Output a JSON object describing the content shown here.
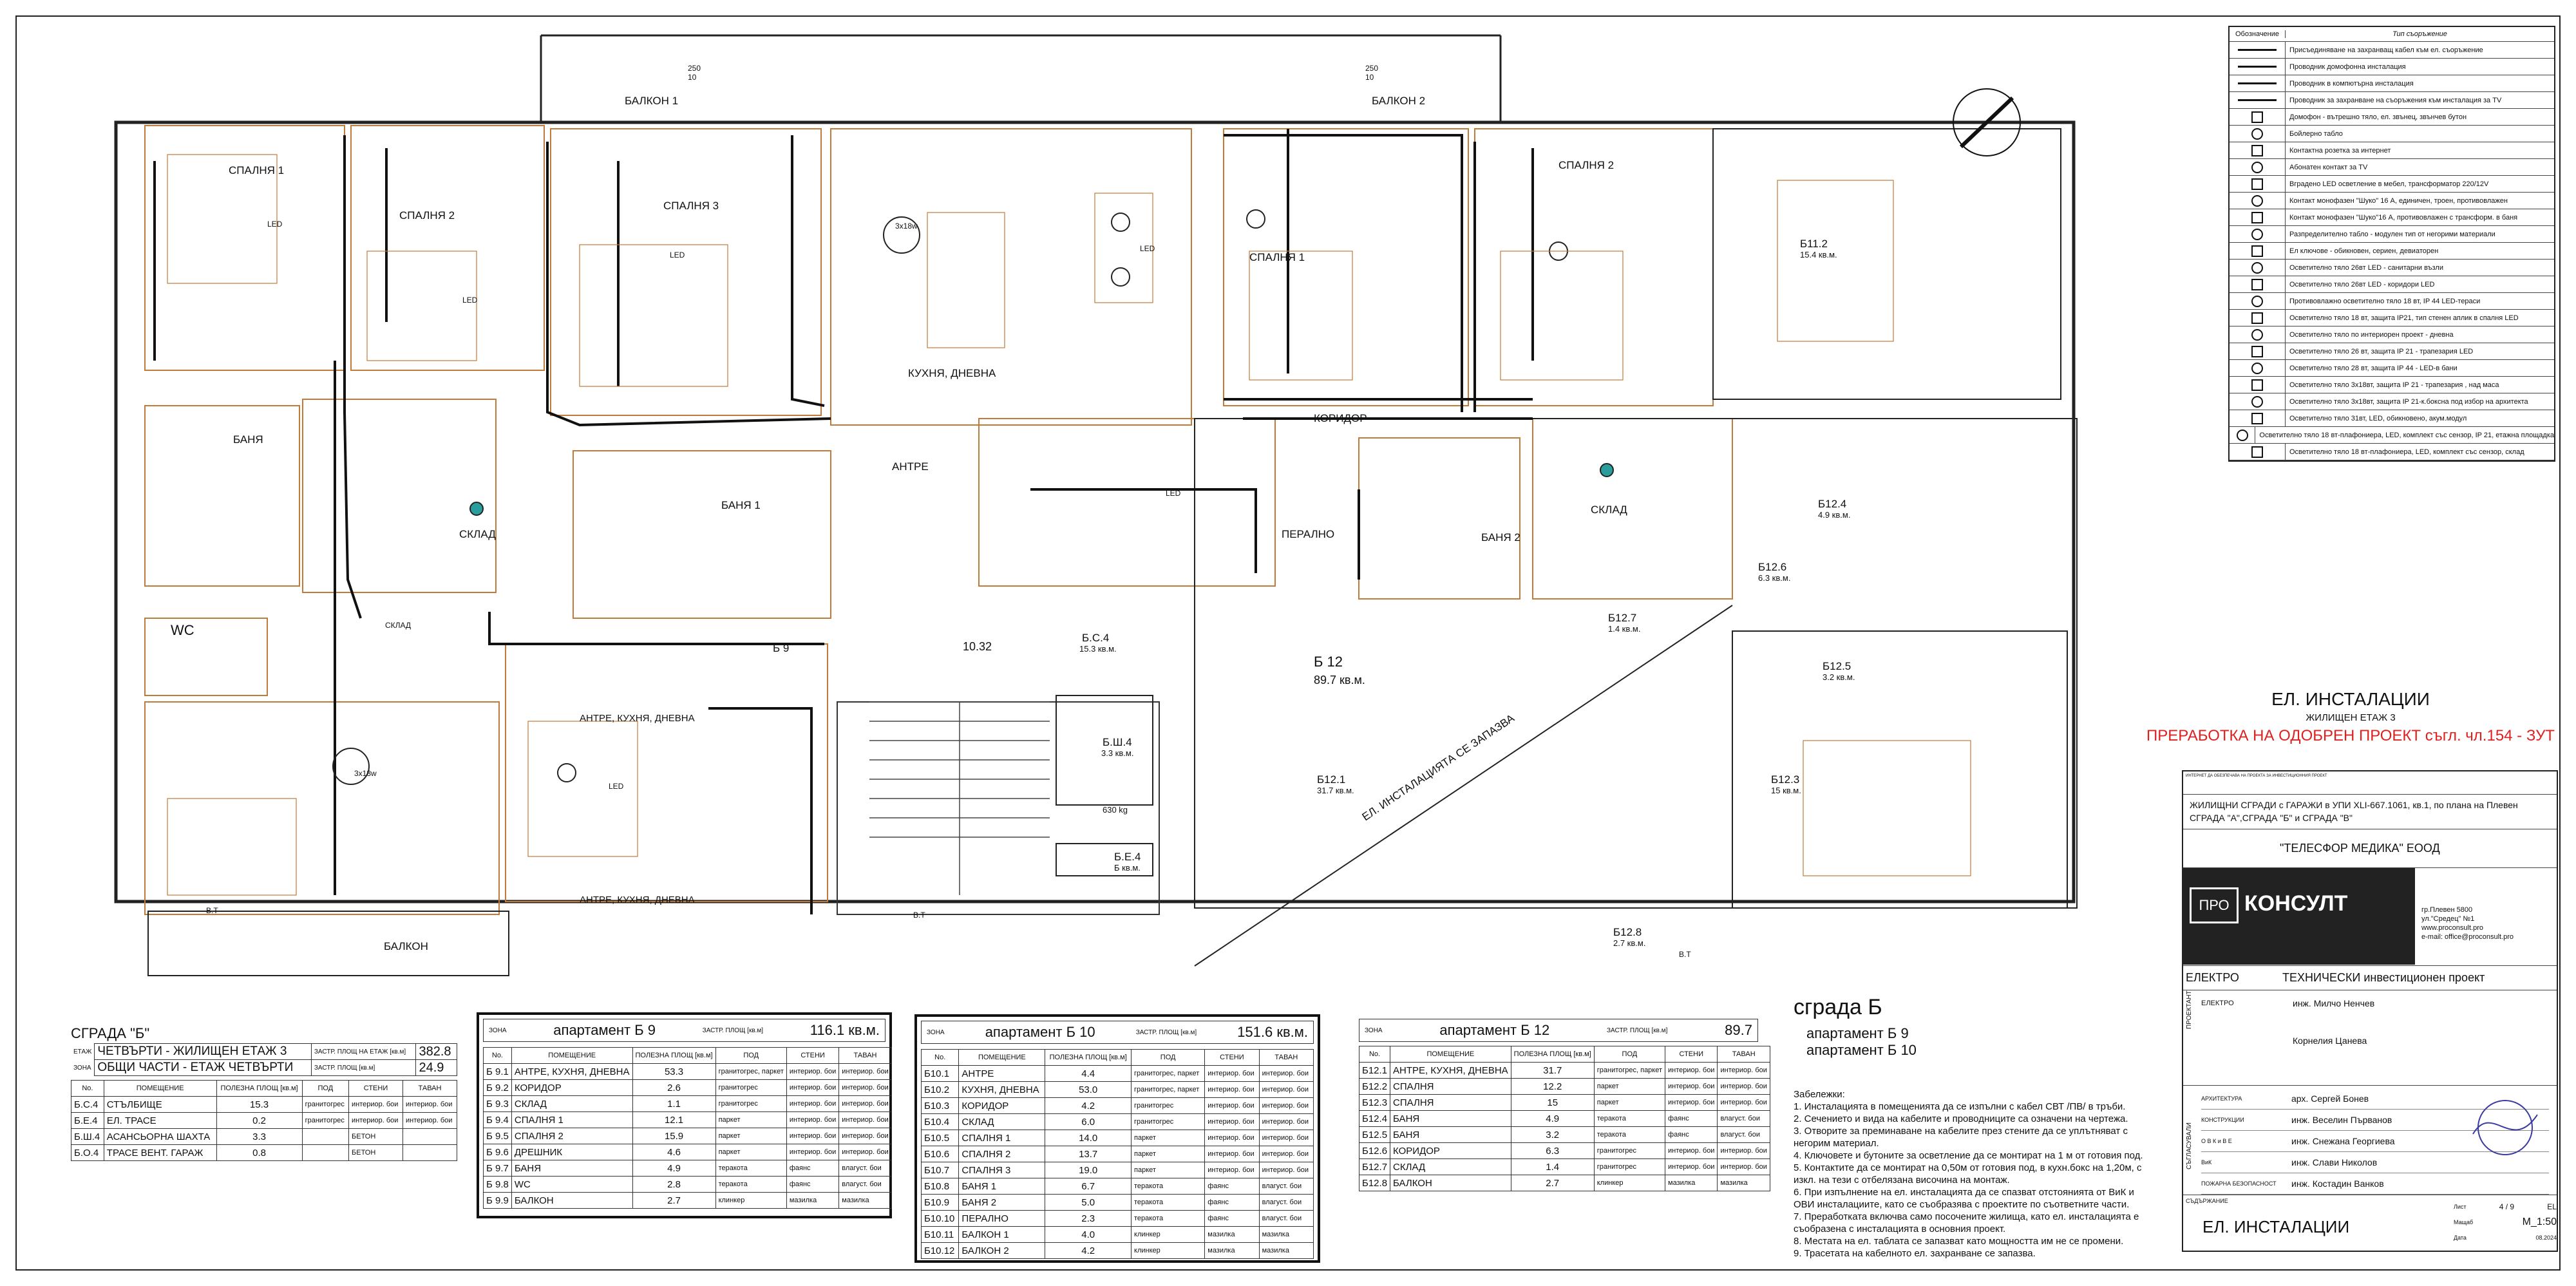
{
  "rooms_plan": [
    {
      "id": "bal1",
      "label": "БАЛКОН 1"
    },
    {
      "id": "bal2",
      "label": "БАЛКОН 2"
    },
    {
      "id": "sp1a",
      "label": "СПАЛНЯ 1"
    },
    {
      "id": "sp2a",
      "label": "СПАЛНЯ 2"
    },
    {
      "id": "sp3",
      "label": "СПАЛНЯ 3"
    },
    {
      "id": "kuh",
      "label": "КУХНЯ, ДНЕВНА"
    },
    {
      "id": "sp1b",
      "label": "СПАЛНЯ 1"
    },
    {
      "id": "sp2b",
      "label": "СПАЛНЯ 2"
    },
    {
      "id": "banya_l",
      "label": "БАНЯ"
    },
    {
      "id": "sklad_l",
      "label": "СКЛАД"
    },
    {
      "id": "banya1",
      "label": "БАНЯ 1"
    },
    {
      "id": "antre",
      "label": "АНТРЕ"
    },
    {
      "id": "koridor",
      "label": "КОРИДОР"
    },
    {
      "id": "peralno",
      "label": "ПЕРАЛНО"
    },
    {
      "id": "banya2",
      "label": "БАНЯ 2"
    },
    {
      "id": "sklad_r",
      "label": "СКЛАД"
    },
    {
      "id": "wc",
      "label": "WC"
    },
    {
      "id": "sklad_b",
      "label": "СКЛАД"
    },
    {
      "id": "antre_kuh",
      "label": "АНТРЕ, КУХНЯ, ДНЕВНА"
    },
    {
      "id": "antre_kuh2",
      "label": "АНТРЕ, КУХНЯ, ДНЕВНА"
    },
    {
      "id": "balkon_b",
      "label": "БАЛКОН"
    },
    {
      "id": "b9",
      "label": "Б 9"
    },
    {
      "id": "b12",
      "label": "Б 12"
    },
    {
      "id": "b12_area",
      "label": "89.7 кв.м."
    },
    {
      "id": "b112",
      "label": "Б11.2"
    },
    {
      "id": "b112a",
      "label": "15.4 кв.м."
    },
    {
      "id": "b124",
      "label": "Б12.4"
    },
    {
      "id": "b124a",
      "label": "4.9 кв.м."
    },
    {
      "id": "b126",
      "label": "Б12.6"
    },
    {
      "id": "b126a",
      "label": "6.3 кв.м."
    },
    {
      "id": "b127",
      "label": "Б12.7"
    },
    {
      "id": "b127a",
      "label": "1.4 кв.м."
    },
    {
      "id": "b125",
      "label": "Б12.5"
    },
    {
      "id": "b125a",
      "label": "3.2 кв.м."
    },
    {
      "id": "b121",
      "label": "Б12.1"
    },
    {
      "id": "b121a",
      "label": "31.7 кв.м."
    },
    {
      "id": "b123",
      "label": "Б12.3"
    },
    {
      "id": "b123a",
      "label": "15 кв.м."
    },
    {
      "id": "b128",
      "label": "Б12.8"
    },
    {
      "id": "b128a",
      "label": "2.7 кв.м."
    },
    {
      "id": "bc4",
      "label": "Б.С.4"
    },
    {
      "id": "bc4a",
      "label": "15.3 кв.м."
    },
    {
      "id": "bsh4",
      "label": "Б.Ш.4"
    },
    {
      "id": "bsh4a",
      "label": "3.3 кв.м."
    },
    {
      "id": "be4",
      "label": "Б.Е.4"
    },
    {
      "id": "be4a",
      "label": "Б кв.м."
    },
    {
      "id": "kg",
      "label": "630 kg"
    },
    {
      "id": "elev",
      "label": "10.32"
    },
    {
      "id": "reserved",
      "label": "ЕЛ. ИНСТАЛАЦИЯТА СЕ ЗАПАЗВА"
    }
  ],
  "diagram_title": {
    "title": "ЕЛ. ИНСТАЛАЦИИ",
    "subtitle": "ЖИЛИЩЕН ЕТАЖ 3",
    "revision": "ПРЕРАБОТКА НА ОДОБРЕН ПРОЕКТ съгл. чл.154 - ЗУТ"
  },
  "building": {
    "title": "сграда Б",
    "line1": "апартамент Б 9",
    "line2": "апартамент Б 10"
  },
  "legend": {
    "head_sym": "Обозначение",
    "head_desc": "Тип съоръжение",
    "items": [
      "Присъединяване на захранващ кабел към ел. съоръжение",
      "Проводник домофонна инсталация",
      "Проводник в компютърна инсталация",
      "Проводник за захранване на съоръжения към инсталация за TV",
      "Домофон - вътрешно тяло, ел. звънец, звънчев бутон",
      "Бойлерно табло",
      "Контактна розетка за интернет",
      "Абонатен контакт за TV",
      "Вградено LED осветление в мебел, трансформатор 220/12V",
      "Контакт монофазен \"Шуко\" 16 А, единичен, троен, противовлажен",
      "Контакт монофазен \"Шуко\"16 А, противовлажен с трансформ. в баня",
      "Разпределително табло - модулен тип от негорими материали",
      "Ел ключове - обикновен, сериен, девиаторен",
      "Осветително тяло 26вт LED - санитарни възли",
      "Осветително тяло 26вт LED - коридори LED",
      "Противовлажно осветително тяло 18 вт, IP 44 LED-тераси",
      "Осветително тяло 18 вт, защита IP21, тип стенен аплик в спалня LED",
      "Осветително тяло по интериорен проект - дневна",
      "Осветително тяло 26 вт, защита IP 21 - трапезария LED",
      "Осветително тяло 28 вт, защита IP 44 - LED-в бани",
      "Осветително тяло 3x18вт, защита IP 21 - трапезария , над маса",
      "Осветително тяло 3x18вт, защита IP 21-к.боксна под избор на архитекта",
      "Осветително тяло 31вт, LED, обикновено, акум.модул",
      "Осветително тяло 18 вт-плафониера, LED, комплект със сензор, IP 21, етажна площадка",
      "Осветително тяло 18 вт-плафониера, LED, комплект със сензор, склад"
    ]
  },
  "common_parts": {
    "title": "СГРАДА \"Б\"",
    "row1_label": "ЕТАЖ",
    "row1_name": "ЧЕТВЪРТИ - ЖИЛИЩЕН ЕТАЖ 3",
    "row1_area_label": "ЗАСТР. ПЛОЩ НА ЕТАЖ [кв.м]",
    "row1_area": "382.8",
    "row2_label": "ЗОНА",
    "row2_name": "ОБЩИ ЧАСТИ - ЕТАЖ ЧЕТВЪРТИ",
    "row2_area_label": "ЗАСТР. ПЛОЩ [кв.м]",
    "row2_area": "24.9",
    "headers": [
      "No.",
      "ПОМЕЩЕНИЕ",
      "ПОЛЕЗНА ПЛОЩ [кв.м]",
      "ПОД",
      "СТЕНИ",
      "ТАВАН"
    ],
    "rows": [
      [
        "Б.С.4",
        "СТЪЛБИЩЕ",
        "15.3",
        "гранитогрес",
        "интериор. бои",
        "интериор. бои"
      ],
      [
        "Б.Е.4",
        "ЕЛ. ТРАСЕ",
        "0.2",
        "гранитогрес",
        "интериор. бои",
        "интериор. бои"
      ],
      [
        "Б.Ш.4",
        "АСАНСЬОРНА ШАХТА",
        "3.3",
        "",
        "БЕТОН",
        ""
      ],
      [
        "Б.О.4",
        "ТРАСЕ ВЕНТ. ГАРАЖ",
        "0.8",
        "",
        "БЕТОН",
        ""
      ]
    ]
  },
  "apt_b9": {
    "zone": "ЗОНА",
    "title": "апартамент Б 9",
    "area_label": "ЗАСТР. ПЛОЩ [кв.м]",
    "area": "116.1 кв.м.",
    "headers": [
      "No.",
      "ПОМЕЩЕНИЕ",
      "ПОЛЕЗНА ПЛОЩ [кв.м]",
      "ПОД",
      "СТЕНИ",
      "ТАВАН"
    ],
    "rows": [
      [
        "Б 9.1",
        "АНТРЕ, КУХНЯ, ДНЕВНА",
        "53.3",
        "гранитогрес, паркет",
        "интериор. бои",
        "интериор. бои"
      ],
      [
        "Б 9.2",
        "КОРИДОР",
        "2.6",
        "гранитогрес",
        "интериор. бои",
        "интериор. бои"
      ],
      [
        "Б 9.3",
        "СКЛАД",
        "1.1",
        "гранитогрес",
        "интериор. бои",
        "интериор. бои"
      ],
      [
        "Б 9.4",
        "СПАЛНЯ 1",
        "12.1",
        "паркет",
        "интериор. бои",
        "интериор. бои"
      ],
      [
        "Б 9.5",
        "СПАЛНЯ 2",
        "15.9",
        "паркет",
        "интериор. бои",
        "интериор. бои"
      ],
      [
        "Б 9.6",
        "ДРЕШНИК",
        "4.6",
        "паркет",
        "интериор. бои",
        "интериор. бои"
      ],
      [
        "Б 9.7",
        "БАНЯ",
        "4.9",
        "теракота",
        "фаянс",
        "влагуст. бои"
      ],
      [
        "Б 9.8",
        "WC",
        "2.8",
        "теракота",
        "фаянс",
        "влагуст. бои"
      ],
      [
        "Б 9.9",
        "БАЛКОН",
        "2.7",
        "клинкер",
        "мазилка",
        "мазилка"
      ]
    ]
  },
  "apt_b10": {
    "zone": "ЗОНА",
    "title": "апартамент Б 10",
    "area_label": "ЗАСТР. ПЛОЩ [кв.м]",
    "area": "151.6 кв.м.",
    "headers": [
      "No.",
      "ПОМЕЩЕНИЕ",
      "ПОЛЕЗНА ПЛОЩ [кв.м]",
      "ПОД",
      "СТЕНИ",
      "ТАВАН"
    ],
    "rows": [
      [
        "Б10.1",
        "АНТРЕ",
        "4.4",
        "гранитогрес, паркет",
        "интериор. бои",
        "интериор. бои"
      ],
      [
        "Б10.2",
        "КУХНЯ, ДНЕВНА",
        "53.0",
        "гранитогрес, паркет",
        "интериор. бои",
        "интериор. бои"
      ],
      [
        "Б10.3",
        "КОРИДОР",
        "4.2",
        "гранитогрес",
        "интериор. бои",
        "интериор. бои"
      ],
      [
        "Б10.4",
        "СКЛАД",
        "6.0",
        "гранитогрес",
        "интериор. бои",
        "интериор. бои"
      ],
      [
        "Б10.5",
        "СПАЛНЯ 1",
        "14.0",
        "паркет",
        "интериор. бои",
        "интериор. бои"
      ],
      [
        "Б10.6",
        "СПАЛНЯ 2",
        "13.7",
        "паркет",
        "интериор. бои",
        "интериор. бои"
      ],
      [
        "Б10.7",
        "СПАЛНЯ 3",
        "19.0",
        "паркет",
        "интериор. бои",
        "интериор. бои"
      ],
      [
        "Б10.8",
        "БАНЯ 1",
        "6.7",
        "теракота",
        "фаянс",
        "влагуст. бои"
      ],
      [
        "Б10.9",
        "БАНЯ 2",
        "5.0",
        "теракота",
        "фаянс",
        "влагуст. бои"
      ],
      [
        "Б10.10",
        "ПЕРАЛНО",
        "2.3",
        "теракота",
        "фаянс",
        "влагуст. бои"
      ],
      [
        "Б10.11",
        "БАЛКОН 1",
        "4.0",
        "клинкер",
        "мазилка",
        "мазилка"
      ],
      [
        "Б10.12",
        "БАЛКОН 2",
        "4.2",
        "клинкер",
        "мазилка",
        "мазилка"
      ]
    ]
  },
  "apt_b12": {
    "zone": "ЗОНА",
    "title": "апартамент Б 12",
    "area_label": "ЗАСТР. ПЛОЩ [кв.м]",
    "area": "89.7",
    "headers": [
      "No.",
      "ПОМЕЩЕНИЕ",
      "ПОЛЕЗНА ПЛОЩ [кв.м]",
      "ПОД",
      "СТЕНИ",
      "ТАВАН"
    ],
    "rows": [
      [
        "Б12.1",
        "АНТРЕ, КУХНЯ, ДНЕВНА",
        "31.7",
        "гранитогрес, паркет",
        "интериор. бои",
        "интериор. бои"
      ],
      [
        "Б12.2",
        "СПАЛНЯ",
        "12.2",
        "паркет",
        "интериор. бои",
        "интериор. бои"
      ],
      [
        "Б12.3",
        "СПАЛНЯ",
        "15",
        "паркет",
        "интериор. бои",
        "интериор. бои"
      ],
      [
        "Б12.4",
        "БАНЯ",
        "4.9",
        "теракота",
        "фаянс",
        "влагуст. бои"
      ],
      [
        "Б12.5",
        "БАНЯ",
        "3.2",
        "теракота",
        "фаянс",
        "влагуст. бои"
      ],
      [
        "Б12.6",
        "КОРИДОР",
        "6.3",
        "гранитогрес",
        "интериор. бои",
        "интериор. бои"
      ],
      [
        "Б12.7",
        "СКЛАД",
        "1.4",
        "гранитогрес",
        "интериор. бои",
        "интериор. бои"
      ],
      [
        "Б12.8",
        "БАЛКОН",
        "2.7",
        "клинкер",
        "мазилка",
        "мазилка"
      ]
    ]
  },
  "notes": {
    "title": "Забележки:",
    "items": [
      "1. Инсталацията в помещенията да се изпълни с кабел СВТ /ПВ/ в тръби.",
      "2. Сечението и вида на кабелите и проводниците са означени на чертежа.",
      "3. Отворите за преминаване на кабелите през стените да се уплътняват с",
      "    негорим материал.",
      "4. Ключовете и бутоните за осветление да се монтират на 1 м от готовия под.",
      "5. Контактите да се монтират на 0,50м от готовия под, в кухн.бокс на 1,20м, с",
      "    изкл. на тези с отбелязана височина на монтаж.",
      "6. При изпълнение на ел. инсталацията да се спазват отстоянията от ВиК и",
      "    ОВИ инсталациите, като се съобразява с проектите по съответните части.",
      "7. Преработката включва само посочените жилища, като ел. инсталацията е",
      "    съобразена с инсталацията в основния проект.",
      "8. Местата на ел. таблата се запазват като мощността им не се промени.",
      "9. Трасетата на кабелното ел. захранване се запазва."
    ]
  },
  "title_block": {
    "small_text": "ИНТЕРНЕТ ДА ОБЕЗПЕЧАВА НА ПРОЕКТА ЗА ИНВЕСТИЦИОННИЯ ПРОЕКТ",
    "project": "ЖИЛИЩНИ СГРАДИ с ГАРАЖИ в УПИ XLI-667.1061, кв.1, по плана на Плевен",
    "project_line2": "СГРАДА \"А\",СГРАДА \"Б\" и СГРАДА \"В\"",
    "client": "\"ТЕЛЕСФОР МЕДИКА\" ЕООД",
    "company_logo_a": "ПРО",
    "company_logo_b": "КОНСУЛТ",
    "address": "гр.Плевен 5800",
    "address2": "ул.\"Средец\" №1",
    "web": "www.proconsult.pro",
    "email": "e-mail: office@proconsult.pro",
    "part": "ЕЛЕКТРО",
    "phase": "ТЕХНИЧЕСКИ  инвестиционен проект",
    "designer_label": "ПРОЕКТАНТ",
    "electro_label": "ЕЛЕКТРО",
    "designer": "инж. Милчо Ненчев",
    "drafter": "Корнелия Цанева",
    "agreed_label": "СЪГЛАСУВАЛИ",
    "approvals": [
      [
        "АРХИТЕКТУРА",
        "арх. Сергей Бонев"
      ],
      [
        "КОНСТРУКЦИИ",
        "инж. Веселин Първанов"
      ],
      [
        "О В К и В Е",
        "инж. Снежана Георгиева"
      ],
      [
        "ВиК",
        "инж. Слави Николов"
      ],
      [
        "ПОЖАРНА БЕЗОПАСНОСТ",
        "инж. Костадин Ванков"
      ]
    ],
    "content_label": "СЪДЪРЖАНИЕ",
    "drawing_title": "ЕЛ. ИНСТАЛАЦИИ",
    "sheet_label": "Лист",
    "sheet": "4 / 9",
    "sheet_part": "EL",
    "scale_label": "Мащаб",
    "scale": "M_1:50",
    "date_label": "Дата",
    "date": "08.2024"
  },
  "colors": {
    "wall": "#c07a3a",
    "wire": "#111111",
    "revision": "#e02020"
  }
}
